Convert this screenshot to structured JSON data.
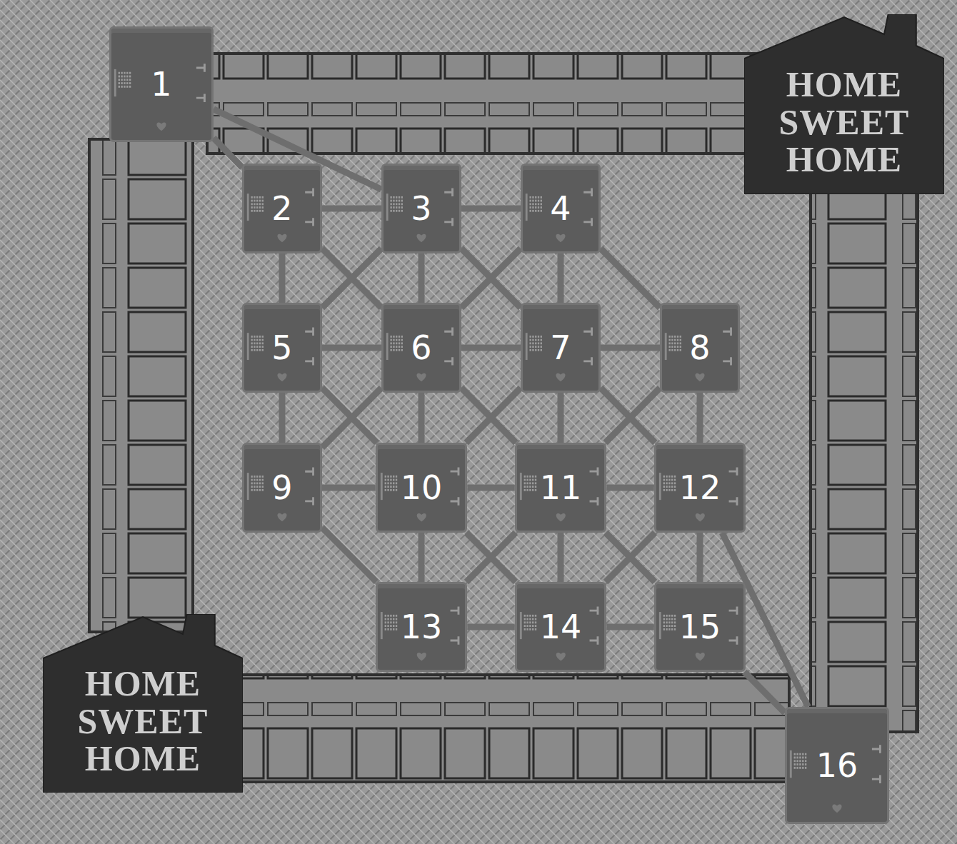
{
  "diagram": {
    "nodes": [
      {
        "text": [
          "1"
        ]
      },
      {
        "text": [
          "HOME SWEET HOME"
        ]
      },
      {
        "text": [
          "2"
        ]
      },
      {
        "text": [
          "3"
        ]
      },
      {
        "text": [
          "4"
        ]
      },
      {
        "text": [
          "5"
        ]
      },
      {
        "text": [
          "6"
        ]
      },
      {
        "text": [
          "7"
        ]
      },
      {
        "text": [
          "8"
        ]
      },
      {
        "text": [
          "9"
        ]
      },
      {
        "text": [
          "10"
        ]
      },
      {
        "text": [
          "11"
        ]
      },
      {
        "text": [
          "12"
        ]
      },
      {
        "text": [
          "13"
        ]
      },
      {
        "text": [
          "14"
        ]
      },
      {
        "text": [
          "15"
        ]
      },
      {
        "text": [
          "HOME SWEET HOME"
        ]
      },
      {
        "text": [
          "16"
        ]
      }
    ],
    "edges": [
      {
        "from": 0,
        "to": 2,
        "arrow": "none"
      },
      {
        "from": 0,
        "to": 3,
        "arrow": "none"
      },
      {
        "from": 2,
        "to": 3,
        "arrow": "none"
      },
      {
        "from": 3,
        "to": 4,
        "arrow": "none"
      },
      {
        "from": 2,
        "to": 5,
        "arrow": "none"
      },
      {
        "from": 3,
        "to": 6,
        "arrow": "none"
      },
      {
        "from": 4,
        "to": 7,
        "arrow": "none"
      },
      {
        "from": 2,
        "to": 6,
        "arrow": "none"
      },
      {
        "from": 3,
        "to": 5,
        "arrow": "none"
      },
      {
        "from": 3,
        "to": 7,
        "arrow": "none"
      },
      {
        "from": 4,
        "to": 6,
        "arrow": "none"
      },
      {
        "from": 4,
        "to": 8,
        "arrow": "none"
      },
      {
        "from": 5,
        "to": 6,
        "arrow": "none"
      },
      {
        "from": 6,
        "to": 7,
        "arrow": "none"
      },
      {
        "from": 7,
        "to": 8,
        "arrow": "none"
      },
      {
        "from": 5,
        "to": 9,
        "arrow": "none"
      },
      {
        "from": 6,
        "to": 10,
        "arrow": "none"
      },
      {
        "from": 7,
        "to": 11,
        "arrow": "none"
      },
      {
        "from": 8,
        "to": 12,
        "arrow": "none"
      },
      {
        "from": 5,
        "to": 10,
        "arrow": "none"
      },
      {
        "from": 6,
        "to": 9,
        "arrow": "none"
      },
      {
        "from": 6,
        "to": 11,
        "arrow": "none"
      },
      {
        "from": 7,
        "to": 10,
        "arrow": "none"
      },
      {
        "from": 7,
        "to": 12,
        "arrow": "none"
      },
      {
        "from": 8,
        "to": 11,
        "arrow": "none"
      },
      {
        "from": 9,
        "to": 10,
        "arrow": "none"
      },
      {
        "from": 10,
        "to": 11,
        "arrow": "none"
      },
      {
        "from": 11,
        "to": 12,
        "arrow": "none"
      },
      {
        "from": 9,
        "to": 13,
        "arrow": "none"
      },
      {
        "from": 10,
        "to": 13,
        "arrow": "none"
      },
      {
        "from": 11,
        "to": 14,
        "arrow": "none"
      },
      {
        "from": 12,
        "to": 15,
        "arrow": "none"
      },
      {
        "from": 10,
        "to": 14,
        "arrow": "none"
      },
      {
        "from": 11,
        "to": 13,
        "arrow": "none"
      },
      {
        "from": 11,
        "to": 15,
        "arrow": "none"
      },
      {
        "from": 12,
        "to": 14,
        "arrow": "none"
      },
      {
        "from": 13,
        "to": 14,
        "arrow": "none"
      },
      {
        "from": 14,
        "to": 15,
        "arrow": "none"
      },
      {
        "from": 12,
        "to": 17,
        "arrow": "none"
      },
      {
        "from": 15,
        "to": 17,
        "arrow": "none"
      }
    ]
  }
}
